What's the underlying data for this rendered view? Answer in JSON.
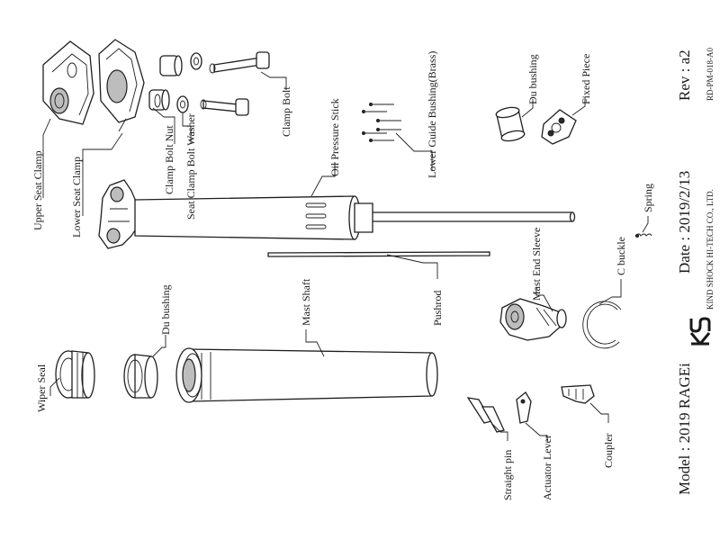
{
  "labels": {
    "upper_seat_clamp": "Upper Seat Clamp",
    "lower_seat_clamp": "Lower Seat Clamp",
    "clamp_bolt_nut": "Clamp Bolt Nut",
    "seat_clamp_bolt_washer": "Seat Clamp Bolt Washer",
    "clamp_bolt": "Clamp Bolt",
    "oil_pressure_stick": "Oil Pressure Stick",
    "lower_guide_bushing": "Lower Guide Bushing(Brass)",
    "du_bushing_top": "Du bushing",
    "fixed_piece": "Fixed Piece",
    "spring": "Spring",
    "c_buckle": "C buckle",
    "mast_end_sleeve": "Mast End Sleeve",
    "pushrod": "Pushrod",
    "mast_shaft": "Mast Shaft",
    "du_bushing_bottom": "Du bushing",
    "wiper_seal": "Wiper Seal",
    "straight_pin": "Straight pin",
    "actuator_lever": "Actuator Lever",
    "coupler": "Coupler"
  },
  "title_block": {
    "model": "Model : 2019 RAGEi",
    "date": "Date : 2019/2/13",
    "rev": "Rev : a2",
    "logo": "KS",
    "company": "KIND SHOCK HI-TECH CO., LTD.",
    "doc_no": "RD-PM-018-A0"
  }
}
